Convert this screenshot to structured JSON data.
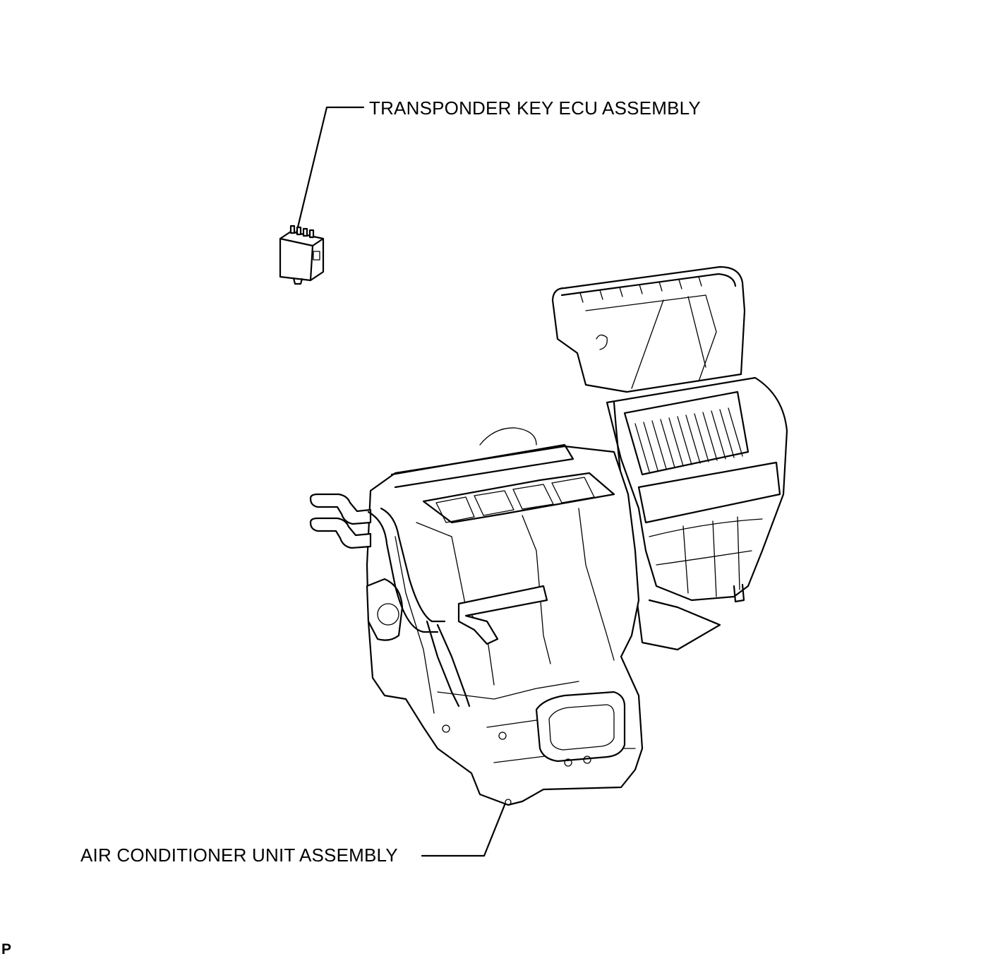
{
  "labels": {
    "ecu": "TRANSPONDER KEY ECU ASSEMBLY",
    "ac_unit": "AIR CONDITIONER UNIT ASSEMBLY"
  },
  "corner_mark": "P"
}
